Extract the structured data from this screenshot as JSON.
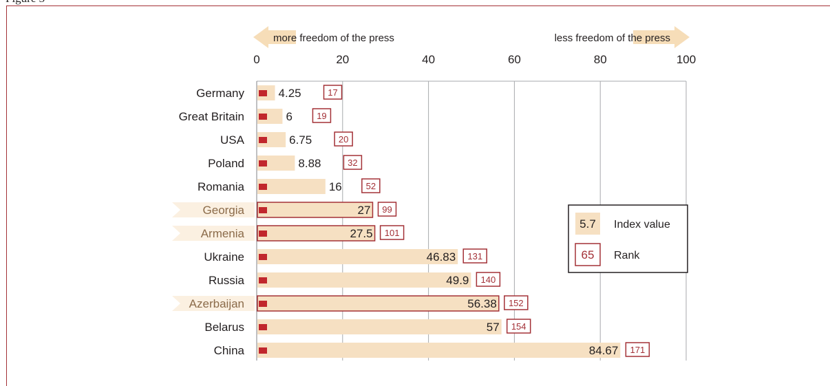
{
  "page": {
    "clipped_caption": "Figure 3"
  },
  "colors": {
    "bar": "#f6e0c2",
    "rank_border": "#a33036",
    "highlight_text": "#8b6b4a",
    "arrow": "#f6ddb8",
    "grid": "#a7a9ac",
    "text": "#231f20"
  },
  "chart_data": {
    "type": "bar",
    "orientation": "horizontal",
    "xlim": [
      0,
      100
    ],
    "xticks": [
      0,
      20,
      40,
      60,
      80,
      100
    ],
    "grid": true,
    "direction_labels": {
      "left": "more freedom of the press",
      "right": "less freedom of the press"
    },
    "categories": [
      "Germany",
      "Great Britain",
      "USA",
      "Poland",
      "Romania",
      "Georgia",
      "Armenia",
      "Ukraine",
      "Russia",
      "Azerbaijan",
      "Belarus",
      "China"
    ],
    "flag_icons": [
      "flag-germany-icon",
      "flag-great-britain-icon",
      "flag-usa-icon",
      "flag-poland-icon",
      "flag-romania-icon",
      "flag-georgia-icon",
      "flag-armenia-icon",
      "flag-ukraine-icon",
      "flag-russia-icon",
      "flag-azerbaijan-icon",
      "flag-belarus-icon",
      "flag-china-icon"
    ],
    "values": [
      4.25,
      6,
      6.75,
      8.88,
      16,
      27,
      27.5,
      46.83,
      49.9,
      56.38,
      57,
      84.67
    ],
    "value_labels": [
      "4.25",
      "6",
      "6.75",
      "8.88",
      "16",
      "27",
      "27.5",
      "46.83",
      "49.9",
      "56.38",
      "57",
      "84.67"
    ],
    "ranks": [
      "17",
      "19",
      "20",
      "32",
      "52",
      "99",
      "101",
      "131",
      "140",
      "152",
      "154",
      "171"
    ],
    "highlighted": [
      "Georgia",
      "Armenia",
      "Azerbaijan"
    ],
    "legend": {
      "placement": "right",
      "items": [
        {
          "sample": "5.7",
          "label": "Index value"
        },
        {
          "sample": "65",
          "label": "Rank"
        }
      ]
    }
  }
}
